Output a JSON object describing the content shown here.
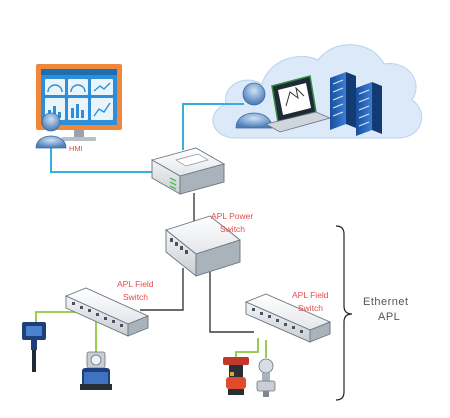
{
  "labels": {
    "hmi": "HMI",
    "apl_power_switch_line1": "APL Power",
    "apl_power_switch_line2": "Switch",
    "apl_field_switch_left_line1": "APL Field",
    "apl_field_switch_left_line2": "Switch",
    "apl_field_switch_right_line1": "APL Field",
    "apl_field_switch_right_line2": "Switch",
    "ethernet_line1": "Ethernet",
    "ethernet_line2": "APL"
  },
  "colors": {
    "ethernet_link": "#35aee0",
    "apl_link": "#3a3a3a",
    "field_link": "#8cc63f",
    "label_red": "#e8494c",
    "cloud": "#dbe9f9",
    "monitor_frame": "#f0883c",
    "monitor_screen": "#2e8fd8"
  },
  "icons": {
    "hmi_monitor": "monitor-dashboard-icon",
    "hmi_operator": "user-icon",
    "gateway": "controller-icon",
    "cloud": "cloud-icon",
    "cloud_user": "user-icon",
    "laptop": "laptop-icon",
    "servers": "server-icon",
    "power_switch": "network-switch-icon",
    "field_switch": "network-switch-icon",
    "devices": [
      "level-transmitter-icon",
      "flowmeter-icon",
      "valve-actuator-icon",
      "pressure-transmitter-icon"
    ]
  }
}
